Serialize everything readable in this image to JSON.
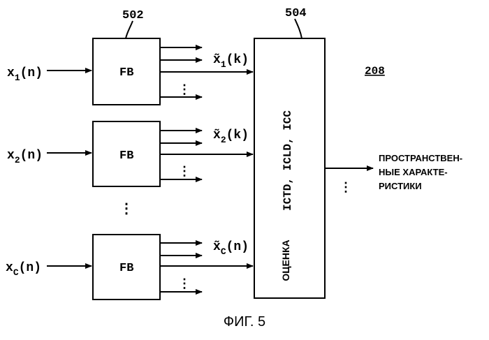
{
  "figure": {
    "caption": "ФИГ. 5",
    "ref_main": "208",
    "ref_filterbanks": "502",
    "ref_estimator": "504"
  },
  "inputs": [
    {
      "var": "x",
      "sub": "1",
      "arg": "(n)"
    },
    {
      "var": "x",
      "sub": "2",
      "arg": "(n)"
    },
    {
      "var": "x",
      "sub": "C",
      "arg": "(n)"
    }
  ],
  "filterbanks": [
    {
      "label": "FB"
    },
    {
      "label": "FB"
    },
    {
      "label": "FB"
    }
  ],
  "transformed": [
    {
      "var": "x̃",
      "sub": "1",
      "arg": "(k)"
    },
    {
      "var": "x̃",
      "sub": "2",
      "arg": "(k)"
    },
    {
      "var": "x̃",
      "sub": "C",
      "arg": "(n)"
    }
  ],
  "estimator": {
    "params_label": "ICTD, ICLD, ICC",
    "estimate_label": "ОЦЕНКА"
  },
  "output": {
    "lines": [
      "ПРОСТРАНСТВЕН-",
      "НЫЕ ХАРАКТЕ-",
      "РИСТИКИ"
    ]
  },
  "ellipsis": "⋮"
}
